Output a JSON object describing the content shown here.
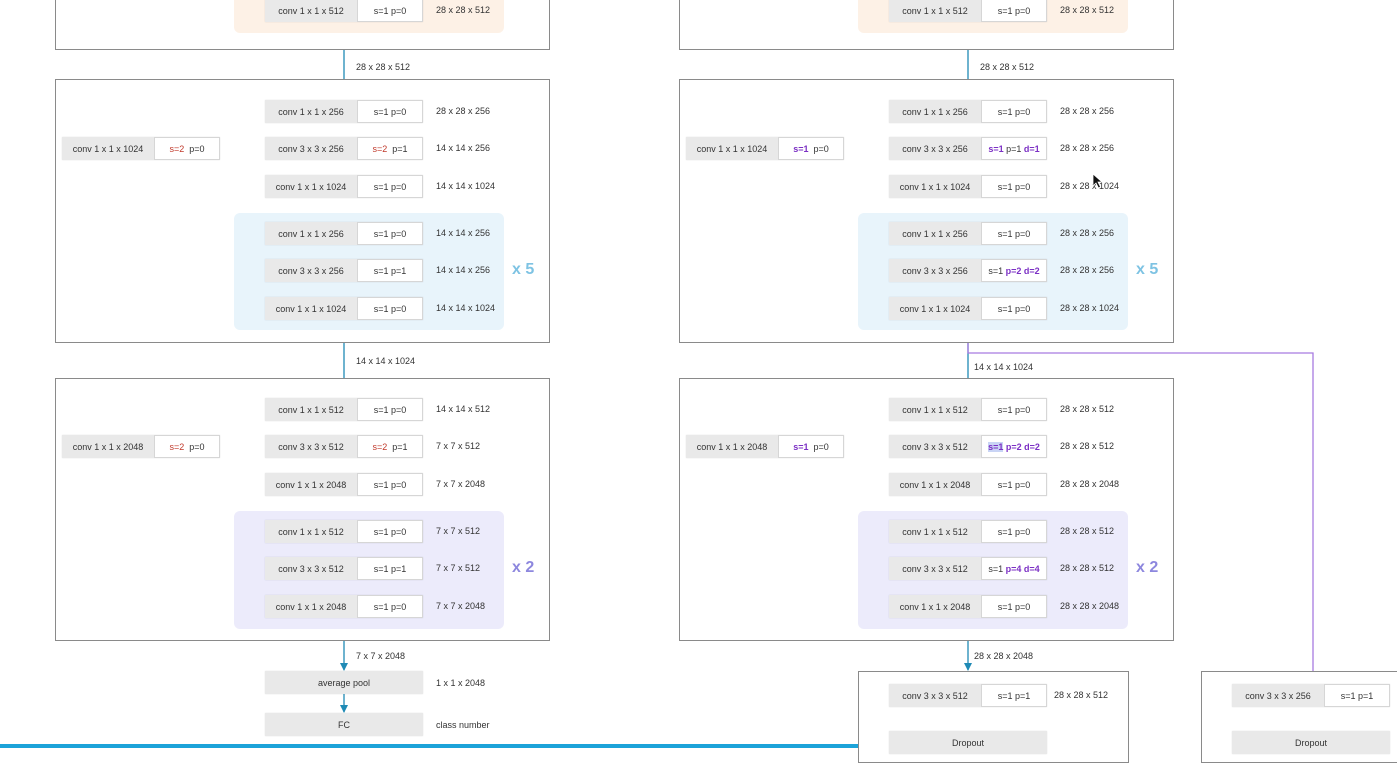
{
  "left": {
    "top_block": {
      "op": "conv 1 x 1 x 512",
      "params": "s=1  p=0",
      "dim": "28 x 28 x 512"
    },
    "between_1": "28 x 28 x 512",
    "stage3": {
      "shortcut": {
        "op": "conv 1 x 1 x 1024",
        "s": "s=2",
        "p": "p=0"
      },
      "blocks": [
        {
          "op": "conv 1 x 1 x 256",
          "params": "s=1  p=0",
          "dim": "28 x 28 x 256"
        },
        {
          "op": "conv 3 x 3 x 256",
          "s": "s=2",
          "p": "p=1",
          "dim": "14 x 14 x 256"
        },
        {
          "op": "conv 1 x 1 x 1024",
          "params": "s=1  p=0",
          "dim": "14 x 14 x 1024"
        },
        {
          "op": "conv 1 x 1 x 256",
          "params": "s=1  p=0",
          "dim": "14 x 14 x 256"
        },
        {
          "op": "conv 3 x 3 x 256",
          "params": "s=1  p=1",
          "dim": "14 x 14 x 256"
        },
        {
          "op": "conv 1 x 1 x 1024",
          "params": "s=1  p=0",
          "dim": "14 x 14 x 1024"
        }
      ],
      "repeat": "x 5"
    },
    "between_2": "14 x 14 x 1024",
    "stage4": {
      "shortcut": {
        "op": "conv 1 x 1 x 2048",
        "s": "s=2",
        "p": "p=0"
      },
      "blocks": [
        {
          "op": "conv 1 x 1 x 512",
          "params": "s=1  p=0",
          "dim": "14 x 14 x 512"
        },
        {
          "op": "conv 3 x 3 x 512",
          "s": "s=2",
          "p": "p=1",
          "dim": "7 x 7 x 512"
        },
        {
          "op": "conv 1 x 1 x 2048",
          "params": "s=1  p=0",
          "dim": "7 x 7 x 2048"
        },
        {
          "op": "conv 1 x 1 x 512",
          "params": "s=1  p=0",
          "dim": "7 x 7 x 512"
        },
        {
          "op": "conv 3 x 3 x 512",
          "params": "s=1  p=1",
          "dim": "7 x 7 x 512"
        },
        {
          "op": "conv 1 x 1 x 2048",
          "params": "s=1  p=0",
          "dim": "7 x 7 x 2048"
        }
      ],
      "repeat": "x 2"
    },
    "between_3": "7 x 7 x 2048",
    "pool": {
      "op": "average pool",
      "dim": "1 x 1 x 2048"
    },
    "fc": {
      "op": "FC",
      "dim": "class number"
    }
  },
  "right": {
    "top_block": {
      "op": "conv 1 x 1 x 512",
      "params": "s=1  p=0",
      "dim": "28 x 28 x 512"
    },
    "between_1": "28 x 28 x 512",
    "stage3": {
      "shortcut": {
        "op": "conv 1 x 1 x 1024",
        "s": "s=1",
        "p": "p=0"
      },
      "blocks": [
        {
          "op": "conv 1 x 1 x 256",
          "params": "s=1  p=0",
          "dim": "28 x 28 x 256"
        },
        {
          "op": "conv 3 x 3 x 256",
          "s": "s=1",
          "p": "p=1",
          "d": "d=1",
          "dim": "28 x 28 x 256"
        },
        {
          "op": "conv 1 x 1 x 1024",
          "params": "s=1  p=0",
          "dim": "28 x 28 x 1024"
        },
        {
          "op": "conv 1 x 1 x 256",
          "params": "s=1  p=0",
          "dim": "28 x 28 x 256"
        },
        {
          "op": "conv 3 x 3 x 256",
          "s": "s=1",
          "p": "p=2",
          "d": "d=2",
          "dim": "28 x 28 x 256"
        },
        {
          "op": "conv 1 x 1 x 1024",
          "params": "s=1  p=0",
          "dim": "28 x 28 x 1024"
        }
      ],
      "repeat": "x 5"
    },
    "between_2": "14 x 14 x 1024",
    "stage4": {
      "shortcut": {
        "op": "conv 1 x 1 x 2048",
        "s": "s=1",
        "p": "p=0"
      },
      "blocks": [
        {
          "op": "conv 1 x 1 x 512",
          "params": "s=1  p=0",
          "dim": "28 x 28 x 512"
        },
        {
          "op": "conv 3 x 3 x 512",
          "s": "s=1",
          "p": "p=2",
          "d": "d=2",
          "dim": "28 x 28 x 512"
        },
        {
          "op": "conv 1 x 1 x 2048",
          "params": "s=1  p=0",
          "dim": "28 x 28 x 2048"
        },
        {
          "op": "conv 1 x 1 x 512",
          "params": "s=1  p=0",
          "dim": "28 x 28 x 512"
        },
        {
          "op": "conv 3 x 3 x 512",
          "s": "s=1",
          "p": "p=4",
          "d": "d=4",
          "dim": "28 x 28 x 512"
        },
        {
          "op": "conv 1 x 1 x 2048",
          "params": "s=1  p=0",
          "dim": "28 x 28 x 2048"
        }
      ],
      "repeat": "x 2"
    },
    "between_3": "28 x 28 x 2048",
    "head": {
      "op": "conv 3 x 3 x 512",
      "params": "s=1  p=1",
      "dim": "28 x 28 x 512"
    },
    "dropout": "Dropout"
  },
  "aux": {
    "head": {
      "op": "conv 3 x 3 x 256",
      "params": "s=1  p=1"
    },
    "dropout": "Dropout"
  }
}
